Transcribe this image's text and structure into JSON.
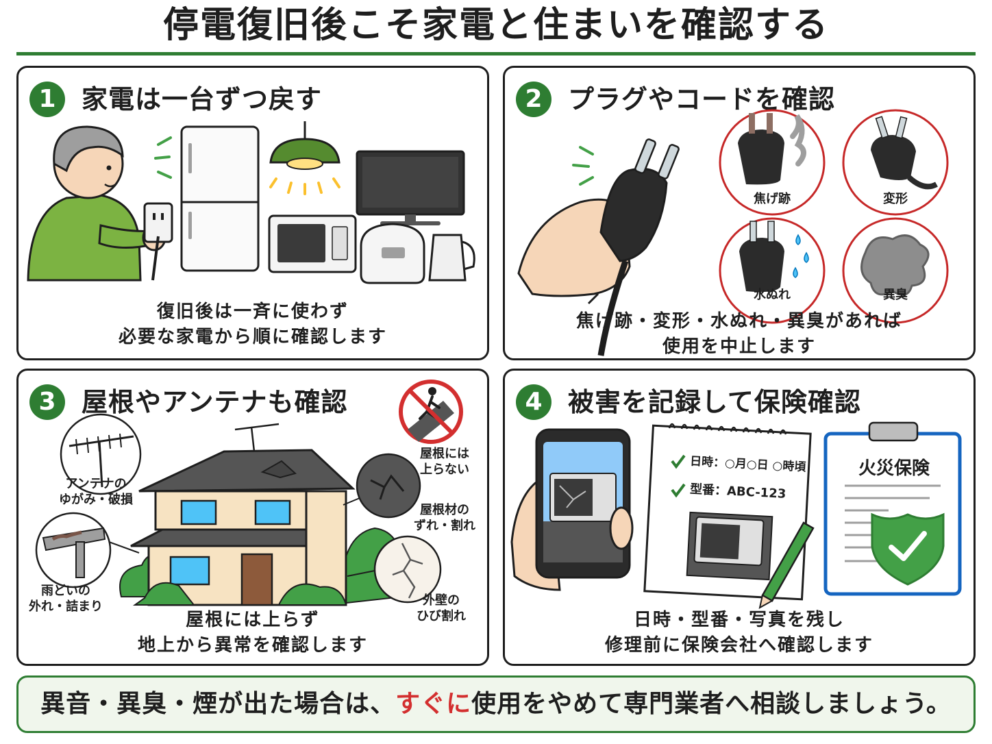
{
  "title": "停電復旧後こそ家電と住まいを確認する",
  "colors": {
    "accent_green": "#2e7d32",
    "warning_red": "#d32f2f",
    "footer_bg": "#f0f6ec",
    "text": "#1e1e1e"
  },
  "panels": [
    {
      "number": "1",
      "title": "家電は一台ずつ戻す",
      "caption_lines": [
        "復旧後は一斉に使わず",
        "必要な家電から順に確認します"
      ],
      "icons": [
        "person-plugging-icon",
        "outlet-icon",
        "refrigerator-icon",
        "ceiling-lamp-icon",
        "television-icon",
        "microwave-icon",
        "rice-cooker-icon",
        "kettle-icon"
      ]
    },
    {
      "number": "2",
      "title": "プラグやコードを確認",
      "caption_lines": [
        "焦げ跡・変形・水ぬれ・異臭があれば",
        "使用を中止します"
      ],
      "labels": {
        "burn": "焦げ跡",
        "deform": "変形",
        "wet": "水ぬれ",
        "smell": "異臭"
      },
      "icons": [
        "hand-holding-plug-icon",
        "burnt-plug-icon",
        "deformed-plug-icon",
        "wet-plug-icon",
        "smoke-icon"
      ]
    },
    {
      "number": "3",
      "title": "屋根やアンテナも確認",
      "caption_lines": [
        "屋根には上らず",
        "地上から異常を確認します"
      ],
      "labels": {
        "antenna": [
          "アンテナの",
          "ゆがみ・破損"
        ],
        "no_roof": [
          "屋根には",
          "上らない"
        ],
        "roof_material": [
          "屋根材の",
          "ずれ・割れ"
        ],
        "gutter": [
          "雨どいの",
          "外れ・詰まり"
        ],
        "wall": [
          "外壁の",
          "ひび割れ"
        ]
      },
      "icons": [
        "antenna-icon",
        "no-climbing-icon",
        "house-icon",
        "roof-tile-crack-icon",
        "gutter-icon",
        "wall-crack-icon"
      ]
    },
    {
      "number": "4",
      "title": "被害を記録して保険確認",
      "caption_lines": [
        "日時・型番・写真を残し",
        "修理前に保険会社へ確認します"
      ],
      "memo": {
        "datetime_label": "日時：",
        "datetime_value": "○月○日 ○時頃",
        "model_label": "型番：",
        "model_value": "ABC-123"
      },
      "insurance_title": "火災保険",
      "icons": [
        "smartphone-photo-icon",
        "memo-pad-icon",
        "pencil-icon",
        "clipboard-icon",
        "shield-check-icon"
      ]
    }
  ],
  "footer": {
    "before": "異音・異臭・煙が出た場合は、",
    "highlight": "すぐに",
    "after": "使用をやめて専門業者へ相談しましょう。"
  }
}
